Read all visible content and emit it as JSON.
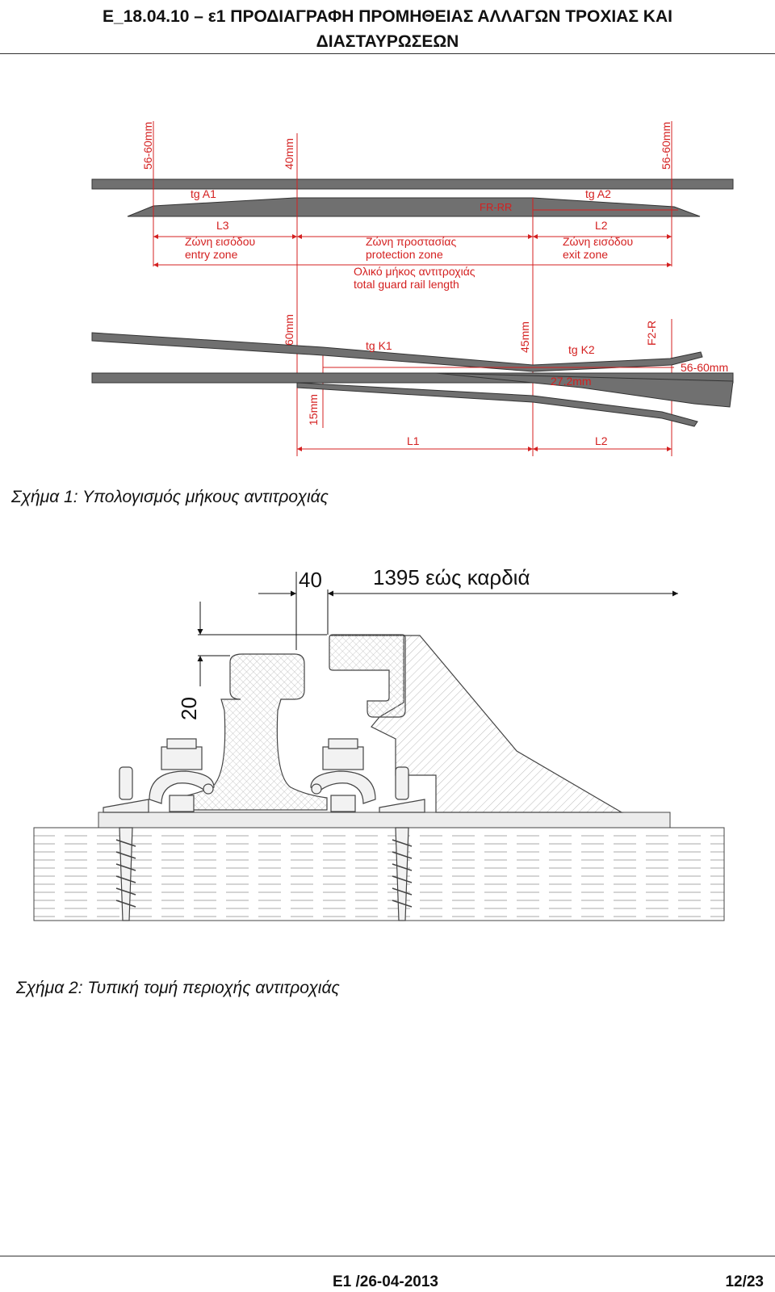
{
  "header": {
    "line1": "E_18.04.10 – ε1 ΠΡΟΔΙΑΓΡΑΦΗ ΠΡΟΜΗΘΕΙΑΣ ΑΛΛΑΓΩΝ ΤΡΟΧΙΑΣ ΚΑΙ",
    "line2": "ΔΙΑΣΤΑΥΡΩΣΕΩΝ"
  },
  "figure1": {
    "caption": "Σχήμα 1: Υπολογισμός μήκους αντιτροχιάς",
    "labels": {
      "dim_56_60_left": "56-60mm",
      "dim_40": "40mm",
      "dim_56_60_right": "56-60mm",
      "tg_a1": "tg A1",
      "tg_a2": "tg A2",
      "fr_rr": "FR-RR",
      "l3": "L3",
      "l2_top": "L2",
      "entry_gr": "Ζώνη εισόδου",
      "entry_en": "entry zone",
      "prot_gr": "Ζώνη προστασίας",
      "prot_en": "protection zone",
      "exit_gr": "Ζώνη εισόδου",
      "exit_en": "exit zone",
      "total_gr": "Ολικό μήκος αντιτροχιάς",
      "total_en": "total guard rail length",
      "dim_60": "60mm",
      "dim_45": "45mm",
      "f2r": "F2-R",
      "tg_k1": "tg K1",
      "tg_k2": "tg K2",
      "dim_56_60_lower": "56-60mm",
      "dim_27": "27.2mm",
      "dim_15": "15mm",
      "l1": "L1",
      "l2_bottom": "L2"
    }
  },
  "figure2": {
    "caption": "Σχήμα 2: Τυπική τομή περιοχής αντιτροχιάς",
    "labels": {
      "dim_40": "40",
      "dim_1395": "1395 εώς καρδιά",
      "dim_20": "20"
    }
  },
  "footer": {
    "left": "E1 /26-04-2013",
    "right": "12/23"
  }
}
